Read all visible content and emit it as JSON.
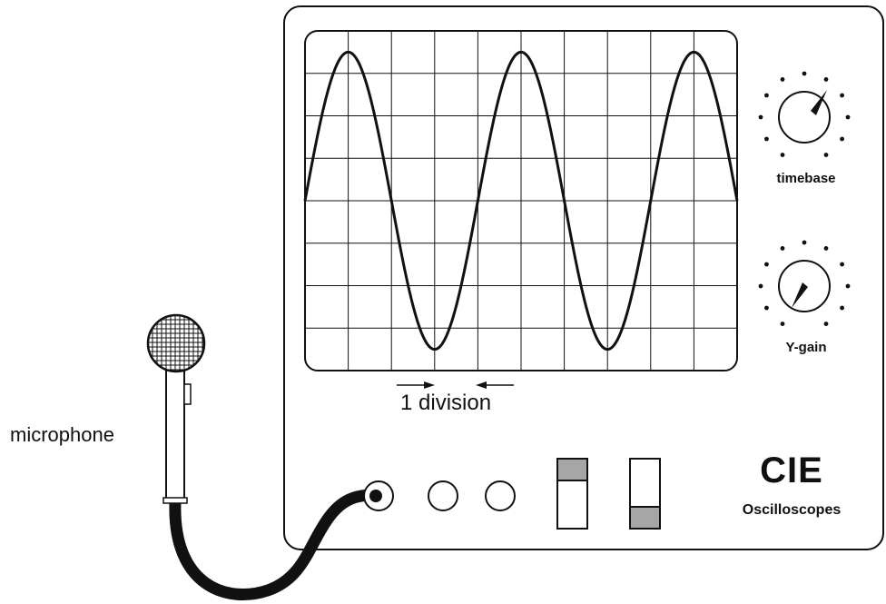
{
  "labels": {
    "microphone": "microphone",
    "division": "1 division",
    "timebase": "timebase",
    "y_gain": "Y-gain",
    "brand": "CIE",
    "brand_sub": "Oscilloscopes"
  },
  "screen": {
    "columns": 10,
    "rows": 8,
    "wave_cycles_on_screen": 2.5,
    "wave_phase": "rising-from-centre",
    "wave_amplitude_divisions": 3.5
  },
  "controls": {
    "sockets": [
      "input-socket",
      "socket-2",
      "socket-3"
    ],
    "switches": [
      {
        "name": "switch-1",
        "shaded_position": "top"
      },
      {
        "name": "switch-2",
        "shaded_position": "bottom"
      }
    ]
  },
  "colors": {
    "line": "#111111",
    "switch_fill": "#a6a6a6",
    "background": "#ffffff"
  }
}
